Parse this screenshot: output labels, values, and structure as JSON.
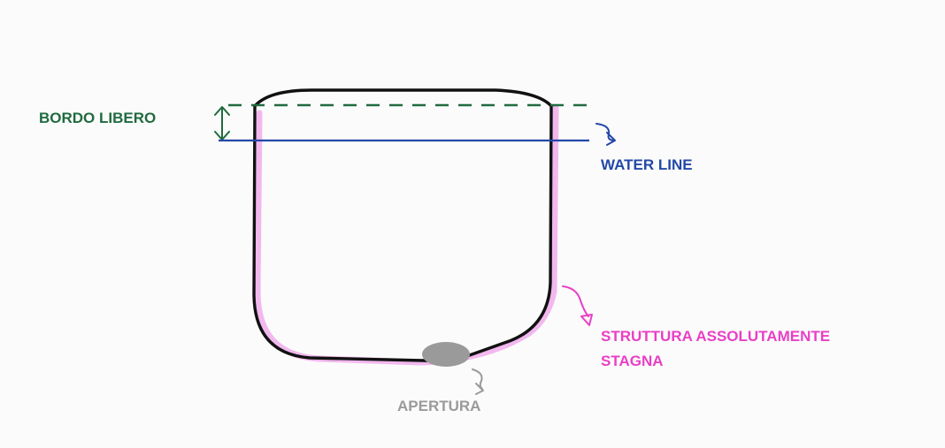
{
  "labels": {
    "freeboard": "BORDO LIBERO",
    "water_line": "WATER LINE",
    "structure_line1": "STRUTTURA ASSOLUTAMENTE",
    "structure_line2": "STAGNA",
    "opening": "APERTURA"
  },
  "colors": {
    "background": "#fbfbfb",
    "hull_outline": "#111111",
    "hull_shadow": "#f2b8ee",
    "freeboard": "#1f6b3f",
    "water_line": "#2348a8",
    "structure": "#e93fc5",
    "opening": "#9a9a9a"
  }
}
